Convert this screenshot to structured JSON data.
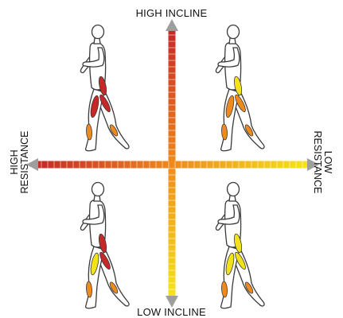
{
  "labels": {
    "top": "HIGH INCLINE",
    "bottom": "LOW INCLINE",
    "left": [
      "HIGH",
      "RESISTANCE"
    ],
    "right": [
      "LOW",
      "RESISTANCE"
    ]
  },
  "colors": {
    "high": "#c62828",
    "mid": "#ef8a1c",
    "low": "#f2e21a",
    "figure_outline": "#3a3a3a",
    "figure_fill": "#ffffff",
    "arrowhead": "#9e9e9e"
  },
  "quadrants": [
    {
      "id": "high-incline-high-resistance",
      "glutes": "high",
      "hamstring": "high",
      "quad": "high",
      "calf": "mid"
    },
    {
      "id": "high-incline-low-resistance",
      "glutes": "low",
      "hamstring": "mid",
      "quad": "mid",
      "calf": "mid"
    },
    {
      "id": "low-incline-high-resistance",
      "glutes": "high",
      "hamstring": "high",
      "quad": "low",
      "calf": "mid"
    },
    {
      "id": "low-incline-low-resistance",
      "glutes": "low",
      "hamstring": "low",
      "quad": "low",
      "calf": "mid"
    }
  ]
}
